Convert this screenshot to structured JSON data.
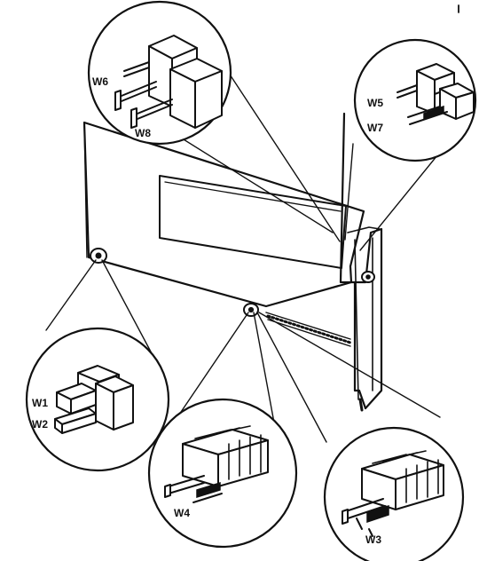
{
  "labels": {
    "w1": "W1",
    "w2": "W2",
    "w3": "W3",
    "w4": "W4",
    "w5": "W5",
    "w6": "W6",
    "w7": "W7",
    "w8": "W8"
  },
  "colors": {
    "ink": "#111111",
    "paper": "#ffffff"
  }
}
